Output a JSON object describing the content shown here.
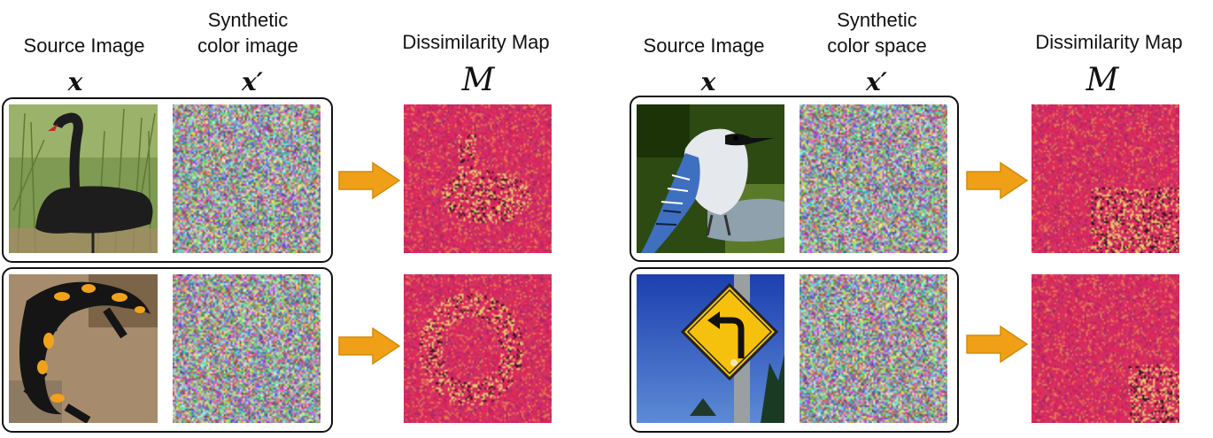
{
  "left_panel": {
    "source_header": "Source Image",
    "synthetic_header": "Synthetic\ncolor image",
    "map_header": "Dissimilarity Map",
    "source_symbol": "x",
    "synthetic_symbol": "x′",
    "map_symbol": "M"
  },
  "right_panel": {
    "source_header": "Source Image",
    "synthetic_header": "Synthetic\ncolor space",
    "map_header": "Dissimilarity Map",
    "source_symbol": "x",
    "synthetic_symbol": "x′",
    "map_symbol": "M"
  },
  "colors": {
    "arrow": "#f0a017",
    "map_base": "#c8285a",
    "frame": "#111111"
  },
  "images": [
    {
      "icon": "black-swan-photo"
    },
    {
      "icon": "fire-salamander-photo"
    },
    {
      "icon": "blue-jay-photo"
    },
    {
      "icon": "turn-sign-photo"
    }
  ]
}
